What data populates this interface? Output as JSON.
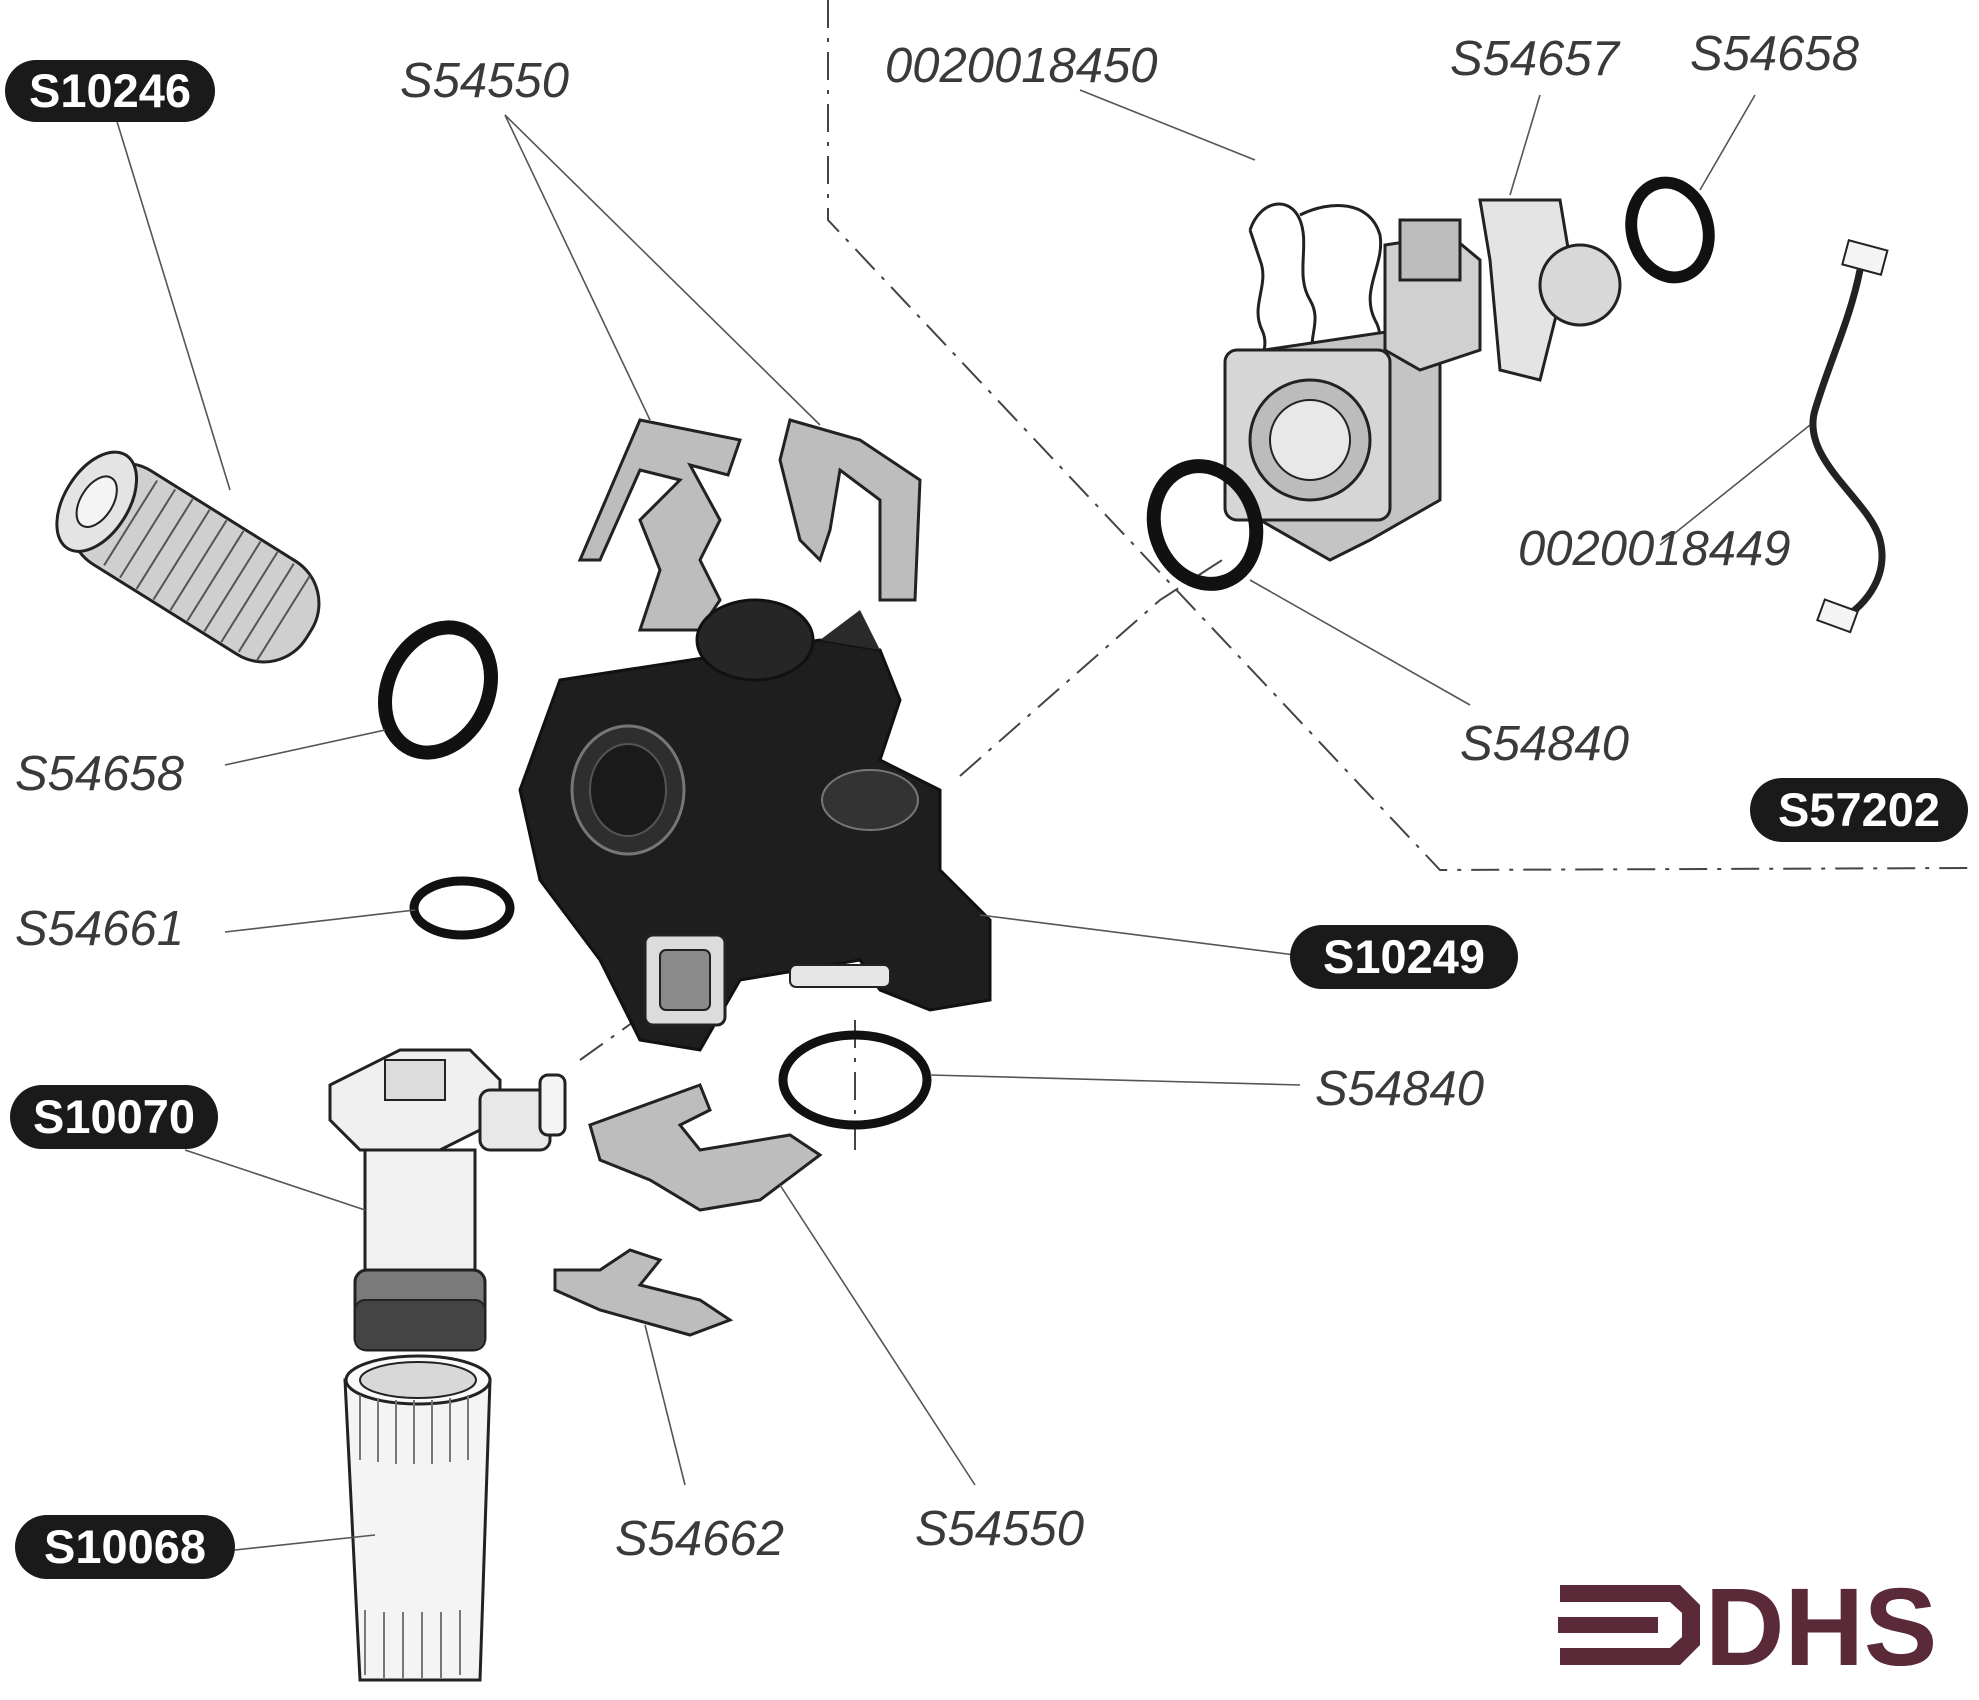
{
  "part_numbers": {
    "s10246": "S10246",
    "s54550_top": "S54550",
    "p0020018450": "0020018450",
    "s54657": "S54657",
    "s54658_top": "S54658",
    "p0020018449": "0020018449",
    "s54840_top": "S54840",
    "s57202": "S57202",
    "s54658_left": "S54658",
    "s54661": "S54661",
    "s10249": "S10249",
    "s54840_mid": "S54840",
    "s10070": "S10070",
    "s10068": "S10068",
    "s54662": "S54662",
    "s54550_bottom": "S54550"
  },
  "logo": {
    "text": "DHS"
  },
  "colors": {
    "dark_part": "#1e1e1e",
    "light_part": "#c8c8c8",
    "logo": "#5a2a38"
  }
}
